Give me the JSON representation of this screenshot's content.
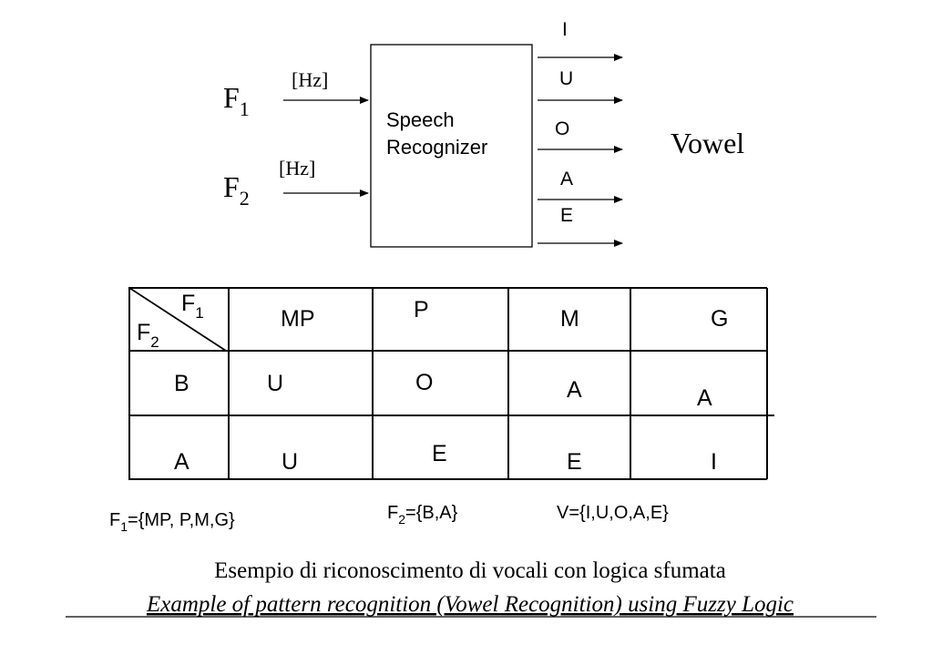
{
  "block": {
    "inputs": [
      {
        "symbol": "F",
        "sub": "1",
        "unit": "[Hz]"
      },
      {
        "symbol": "F",
        "sub": "2",
        "unit": "[Hz]"
      }
    ],
    "box_line1": "Speech",
    "box_line2": "Recognizer",
    "outputs": [
      "I",
      "U",
      "O",
      "A",
      "E"
    ],
    "output_label": "Vowel"
  },
  "table": {
    "corner_top": {
      "symbol": "F",
      "sub": "1"
    },
    "corner_bottom": {
      "symbol": "F",
      "sub": "2"
    },
    "columns": [
      "MP",
      "P",
      "M",
      "G"
    ],
    "rows": [
      {
        "label": "B",
        "cells": [
          "U",
          "O",
          "A",
          "A"
        ]
      },
      {
        "label": "A",
        "cells": [
          "U",
          "E",
          "E",
          "I"
        ]
      }
    ]
  },
  "sets": {
    "f1": {
      "symbol": "F",
      "sub": "1",
      "rest": "={MP, P,M,G}"
    },
    "f2": {
      "symbol": "F",
      "sub": "2",
      "rest": "={B,A}"
    },
    "v": "V={I,U,O,A,E}"
  },
  "caption": {
    "italian": "Esempio di riconoscimento di vocali con logica sfumata",
    "english": "Example of pattern recognition (Vowel Recognition) using Fuzzy Logic"
  }
}
